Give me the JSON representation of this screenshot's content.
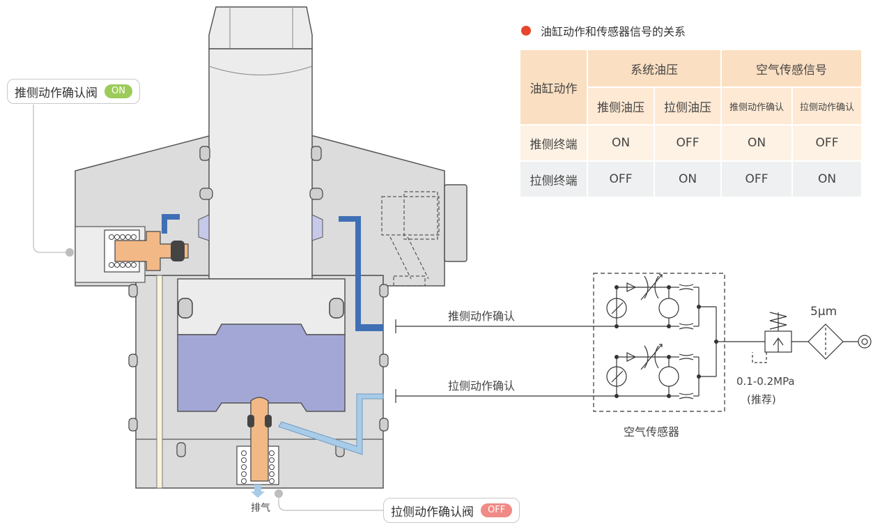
{
  "callouts": {
    "push_valve": {
      "label": "推侧动作确认阀",
      "state": "ON"
    },
    "pull_valve": {
      "label": "拉侧动作确认阀",
      "state": "OFF"
    }
  },
  "exhaust_label": "排气",
  "table": {
    "title": "油缸动作和传感器信号的关系",
    "col_action": "油缸动作",
    "group_system": "系统油压",
    "group_air": "空气传感信号",
    "sub_headers": [
      "推侧油压",
      "拉侧油压",
      "推侧动作确认",
      "拉侧动作确认"
    ],
    "rows": [
      {
        "label": "推侧终端",
        "values": [
          "ON",
          "OFF",
          "ON",
          "OFF"
        ]
      },
      {
        "label": "拉侧终端",
        "values": [
          "OFF",
          "ON",
          "OFF",
          "ON"
        ]
      }
    ]
  },
  "circuit": {
    "line_push": "推侧动作确认",
    "line_pull": "拉侧动作确认",
    "sensor_label": "空气传感器",
    "filter_label": "5μm",
    "pressure_label": "0.1-0.2MPa",
    "pressure_note": "(推荐)"
  },
  "colors": {
    "accent_red": "#e8452c",
    "on_green": "#9ccb5a",
    "off_red": "#f08a86",
    "oil_blue": "#3f6fb5",
    "air_blue": "#a8cbe8",
    "chamber": "#a3a7d6",
    "piston_orange": "#f2b987",
    "body_gray": "#dcdcdc"
  }
}
